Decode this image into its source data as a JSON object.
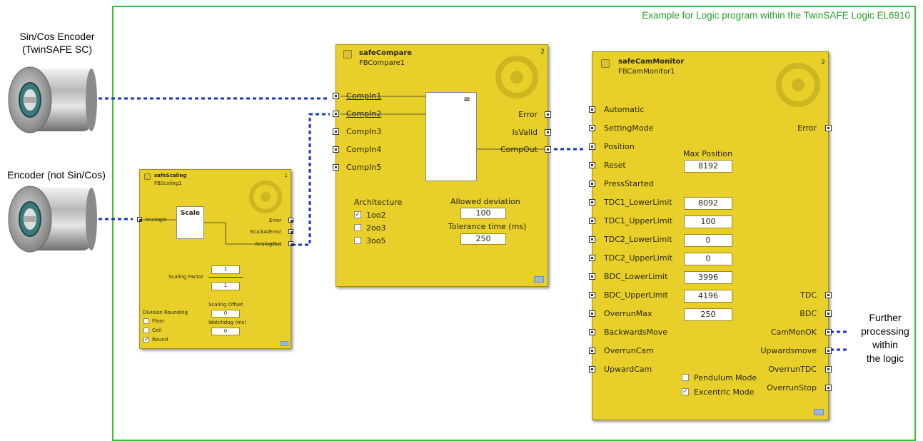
{
  "frame_title": "Example for Logic program within the TwinSAFE Logic EL6910",
  "labels": {
    "sincos_line1": "Sin/Cos Encoder",
    "sincos_line2": "(TwinSAFE SC)",
    "encoder2": "Encoder (not Sin/Cos)",
    "further_1": "Further",
    "further_2": "processing",
    "further_3": "within",
    "further_4": "the logic"
  },
  "scaling": {
    "title": "safeScaling",
    "instance": "FBScaling1",
    "num": "1",
    "input": "AnalogIn",
    "box": "Scale",
    "outputs": [
      "Error",
      "StuckAtError",
      "AnalogOut"
    ],
    "scaling_factor_label": "Scaling Factor",
    "factor_num": "1",
    "factor_den": "1",
    "division_rounding": "Division Rounding",
    "floor": "Floor",
    "ceil": "Ceil",
    "round": "Round",
    "offset_label": "Scaling Offset",
    "offset": "0",
    "watchdog_label": "Watchdog (ms)",
    "watchdog": "0"
  },
  "compare": {
    "title": "safeCompare",
    "instance": "FBCompare1",
    "num": "2",
    "inputs": [
      "CompIn1",
      "CompIn2",
      "CompIn3",
      "CompIn4",
      "CompIn5"
    ],
    "eq": "=",
    "outputs": [
      "Error",
      "IsValid",
      "CompOut"
    ],
    "architecture": "Architecture",
    "arch_options": [
      "1oo2",
      "2oo3",
      "3oo5"
    ],
    "allowed_deviation_label": "Allowed deviation",
    "allowed_deviation": "100",
    "tolerance_label": "Tolerance time (ms)",
    "tolerance": "250"
  },
  "cam": {
    "title": "safeCamMonitor",
    "instance": "FBCamMonitor1",
    "num": "2",
    "inputs": [
      "Automatic",
      "SettingMode",
      "Position",
      "Reset",
      "PressStarted",
      "TDC1_LowerLimit",
      "TDC1_UpperLimit",
      "TDC2_LowerLimit",
      "TDC2_UpperLimit",
      "BDC_LowerLimit",
      "BDC_UpperLimit",
      "OverrunMax",
      "BackwardsMove",
      "OverrunCam",
      "UpwardCam"
    ],
    "max_position_label": "Max Position",
    "max_position": "8192",
    "values": [
      "8092",
      "100",
      "0",
      "0",
      "3996",
      "4196",
      "250"
    ],
    "outputs": [
      "Error",
      "TDC",
      "BDC",
      "CamMonOK",
      "Upwardsmove",
      "OverrunTDC",
      "OverrunStop"
    ],
    "pendulum": "Pendulum Mode",
    "excentric": "Excentric Mode"
  }
}
